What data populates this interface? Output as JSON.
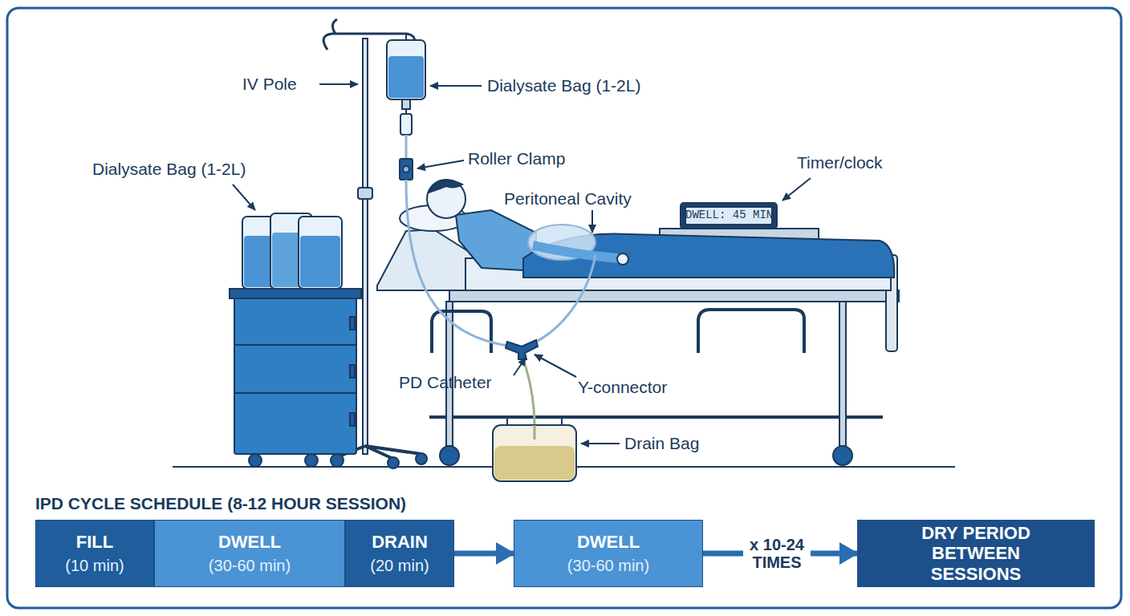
{
  "diagram": {
    "title": "IPD CYCLE SCHEDULE (8-12 HOUR SESSION)",
    "nodes": [
      {
        "text": [
          "FILL",
          "(10 min)"
        ]
      },
      {
        "text": [
          "DWELL",
          "(30-60 min)"
        ]
      },
      {
        "text": [
          "DRAIN",
          "(20 min)"
        ]
      },
      {
        "text": [
          "DWELL",
          "(30-60 min)"
        ]
      },
      {
        "text": [
          "DRY PERIOD BETWEEN SESSIONS"
        ]
      }
    ],
    "edges": [
      {
        "from": 2,
        "to": 3,
        "arrow": "to"
      },
      {
        "from": 3,
        "to": 4,
        "label": "x 10-24 TIMES",
        "arrow": "to"
      }
    ],
    "labels": [
      "IV Pole",
      "Dialysate Bag (1-2L)",
      "Dialysate Bag (1-2L)",
      "Roller Clamp",
      "Timer/clock",
      "Peritoneal Cavity",
      "DWELL: 45 MIN",
      "PD Catheter",
      "Y-connector",
      "Drain Bag"
    ]
  }
}
